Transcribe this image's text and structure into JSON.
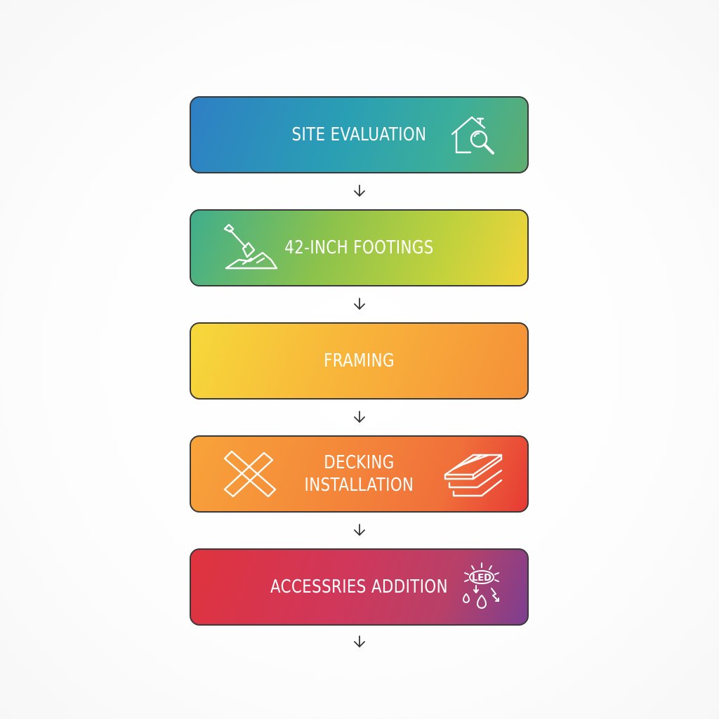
{
  "steps": [
    {
      "label": "SITE EVALUATION",
      "icon": "house-search-icon"
    },
    {
      "label": "42-INCH FOOTINGS",
      "icon": "shovel-dirt-icon"
    },
    {
      "label": "FRAMING",
      "icon": ""
    },
    {
      "label_line1": "DECKING",
      "label_line2": "INSTALLATION",
      "icon_left": "crossed-beams-icon",
      "icon_right": "stacked-planks-icon"
    },
    {
      "label": "ACCESSRIES ADDITION",
      "icon": "led-light-icon",
      "icon_text": "LED"
    }
  ],
  "colors": {
    "step1": "#2e7fc4",
    "step2": "#8cc24c",
    "step3": "#f8b93a",
    "step4": "#f0703a",
    "step5": "#d0375a",
    "border": "#3a3a3a",
    "arrow": "#333333"
  }
}
